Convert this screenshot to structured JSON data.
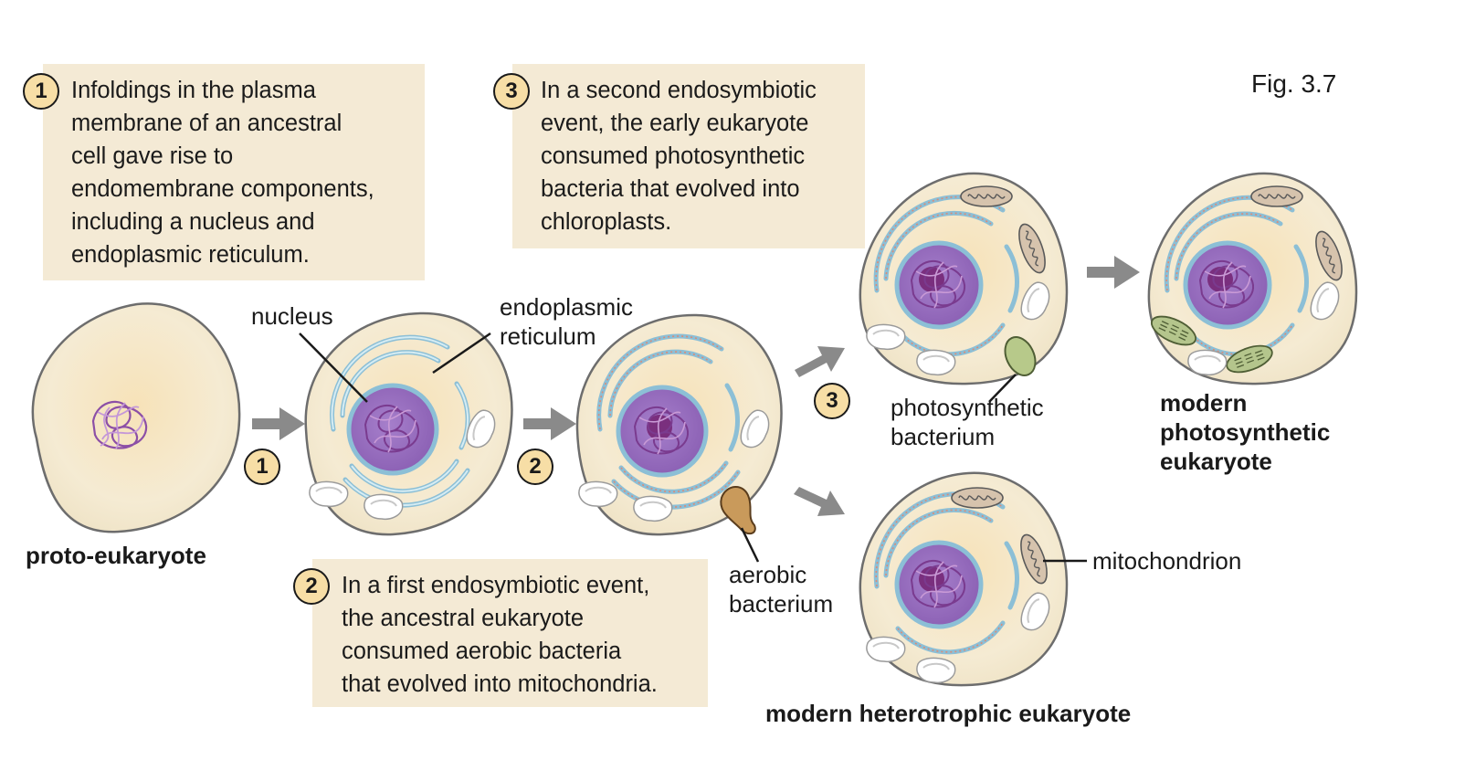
{
  "figure_label": "Fig. 3.7",
  "steps": [
    {
      "number": "1",
      "text": "Infoldings in the plasma\nmembrane of an ancestral\ncell gave rise to\nendomembrane components,\nincluding a nucleus and\nendoplasmic reticulum."
    },
    {
      "number": "2",
      "text": "In a first endosymbiotic event,\nthe ancestral eukaryote\nconsumed aerobic bacteria\nthat evolved into mitochondria."
    },
    {
      "number": "3",
      "text": "In a second endosymbiotic\nevent, the early eukaryote\nconsumed photosynthetic\nbacteria that evolved into\nchloroplasts."
    }
  ],
  "labels": {
    "proto_eukaryote": "proto-eukaryote",
    "nucleus": "nucleus",
    "endoplasmic_reticulum": "endoplasmic\nreticulum",
    "aerobic_bacterium": "aerobic\nbacterium",
    "photosynthetic_bacterium": "photosynthetic\nbacterium",
    "mitochondrion": "mitochondrion",
    "modern_photosynthetic_eukaryote": "modern\nphotosynthetic\neukaryote",
    "modern_heterotrophic_eukaryote": "modern heterotrophic eukaryote"
  },
  "colors": {
    "panel": "#f4ead5",
    "badge": "#f7dea6",
    "cell_fill": "#f3e7c7",
    "nucleus": "#9b6fc0",
    "er": "#a9d4e3",
    "arrow": "#8a8a8a",
    "aerobic_bacterium": "#c99a5b",
    "chloroplast": "#b7c98a"
  }
}
